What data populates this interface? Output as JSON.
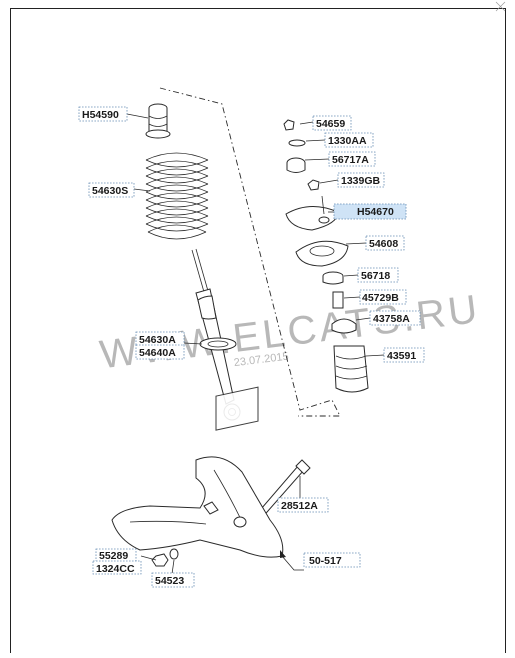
{
  "diagram": {
    "watermark": "WWW.ELCATS.RU",
    "watermark_date": "23.07.2015",
    "selected_callout": "H54670",
    "callouts": {
      "h54590": "H54590",
      "s54630": "54630S",
      "a54630": "54630A",
      "a54640": "54640A",
      "p54659": "54659",
      "aa1330": "1330AA",
      "a56717": "56717A",
      "gb1339": "1339GB",
      "h54670": "H54670",
      "p54608": "54608",
      "p56718": "56718",
      "b45729": "45729B",
      "a43758": "43758A",
      "p43591": "43591",
      "a28512": "28512A",
      "p55289": "55289",
      "cc1324": "1324CC",
      "p54523": "54523",
      "ref50517": "50-517"
    }
  }
}
